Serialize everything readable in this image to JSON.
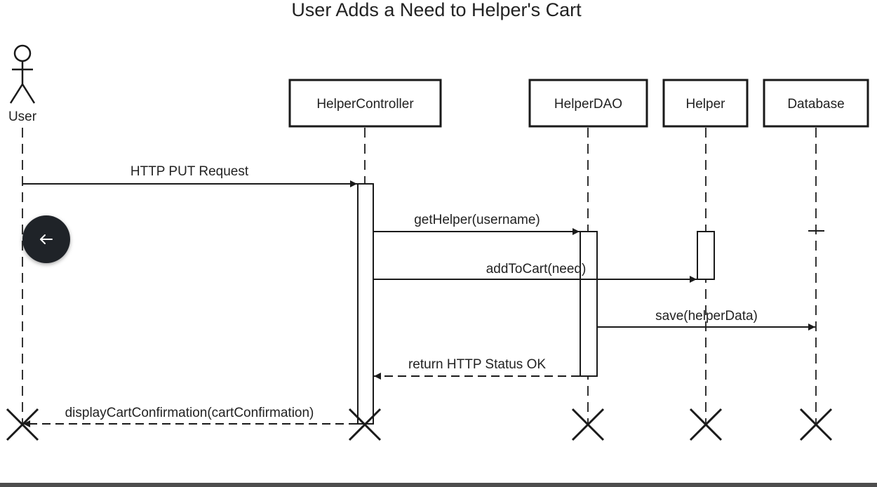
{
  "diagram": {
    "title": "User Adds a Need to Helper's Cart",
    "actor": {
      "label": "User"
    },
    "participants": [
      {
        "key": "controller",
        "label": "HelperController"
      },
      {
        "key": "dao",
        "label": "HelperDAO"
      },
      {
        "key": "helper",
        "label": "Helper"
      },
      {
        "key": "database",
        "label": "Database"
      }
    ],
    "messages": [
      {
        "key": "http_put",
        "label": "HTTP PUT Request",
        "from": "User",
        "to": "HelperController",
        "style": "solid"
      },
      {
        "key": "get_helper",
        "label": "getHelper(username)",
        "from": "HelperController",
        "to": "HelperDAO",
        "style": "solid"
      },
      {
        "key": "add_to_cart",
        "label": "addToCart(need)",
        "from": "HelperController",
        "to": "Helper",
        "style": "solid"
      },
      {
        "key": "save",
        "label": "save(helperData)",
        "from": "HelperDAO",
        "to": "Database",
        "style": "solid"
      },
      {
        "key": "return_ok",
        "label": "return HTTP Status OK",
        "from": "HelperDAO",
        "to": "HelperController",
        "style": "dashed"
      },
      {
        "key": "display_confirmation",
        "label": "displayCartConfirmation(cartConfirmation)",
        "from": "HelperController",
        "to": "User",
        "style": "dashed"
      }
    ]
  },
  "ui": {
    "back_button_icon": "arrow-left-icon"
  }
}
